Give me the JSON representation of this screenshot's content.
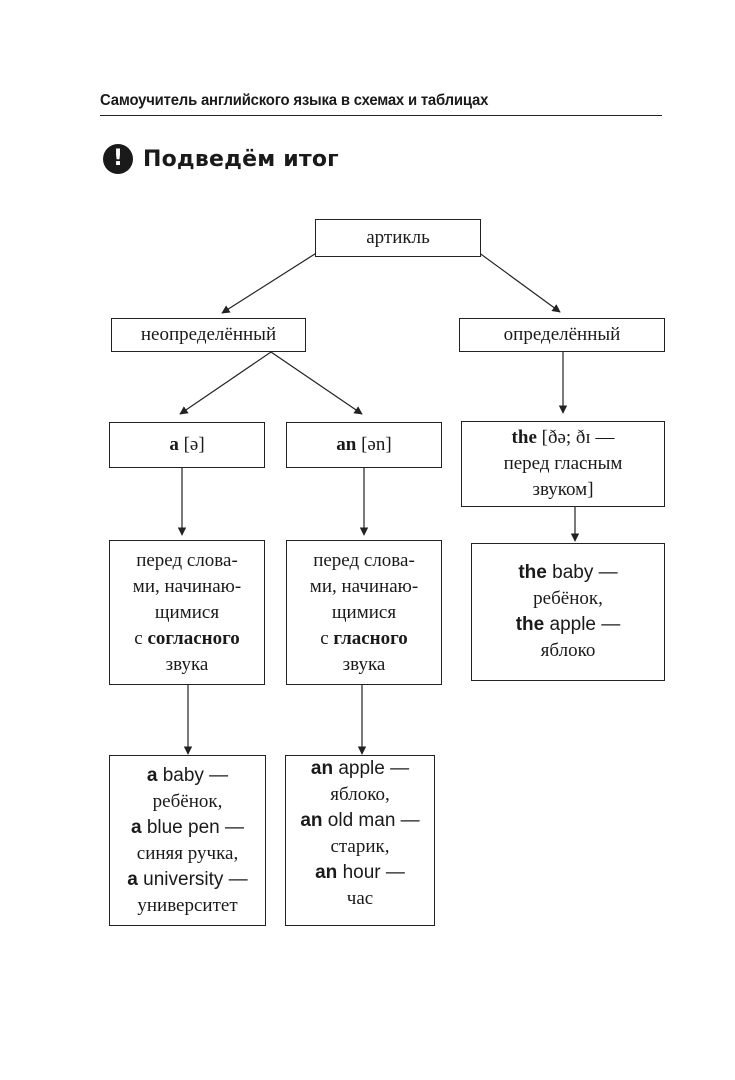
{
  "header": {
    "running_title": "Самоучитель английского языка в схемах и таблицах"
  },
  "section": {
    "icon_glyph": "!",
    "icon": "exclamation-circle-icon",
    "title": "Подведём итог"
  },
  "diagram": {
    "root": "артикль",
    "indefinite": "неопределённый",
    "definite": "определённый",
    "a": {
      "word": "a",
      "transcription": "[ə]"
    },
    "an": {
      "word": "an",
      "transcription": "[ən]"
    },
    "the": {
      "word": "the",
      "transcription_part1": "[ðə; ðɪ —",
      "line2": "перед гласным",
      "line3": "звуком]"
    },
    "rule_a": {
      "line1": "перед слова-",
      "line2": "ми, начинаю-",
      "line3": "щимися",
      "prefix": "с",
      "emph": "согласного",
      "line5": "звука"
    },
    "rule_an": {
      "line1": "перед слова-",
      "line2": "ми, начинаю-",
      "line3": "щимися",
      "prefix": "с",
      "emph": "гласного",
      "line5": "звука"
    },
    "examples_the": [
      {
        "article": "the",
        "word": "baby —",
        "translation": "ребёнок,"
      },
      {
        "article": "the",
        "word": "apple —",
        "translation": "яблоко"
      }
    ],
    "examples_a": [
      {
        "article": "a",
        "word": "baby —",
        "translation": "ребёнок,"
      },
      {
        "article": "a",
        "word": "blue pen —",
        "translation": "синяя ручка,"
      },
      {
        "article": "a",
        "word": "university —",
        "translation": "университет"
      }
    ],
    "examples_an": [
      {
        "article": "an",
        "word": "apple —",
        "translation": "яблоко,"
      },
      {
        "article": "an",
        "word": "old man —",
        "translation": "старик,"
      },
      {
        "article": "an",
        "word": "hour —",
        "translation": "час"
      }
    ]
  }
}
